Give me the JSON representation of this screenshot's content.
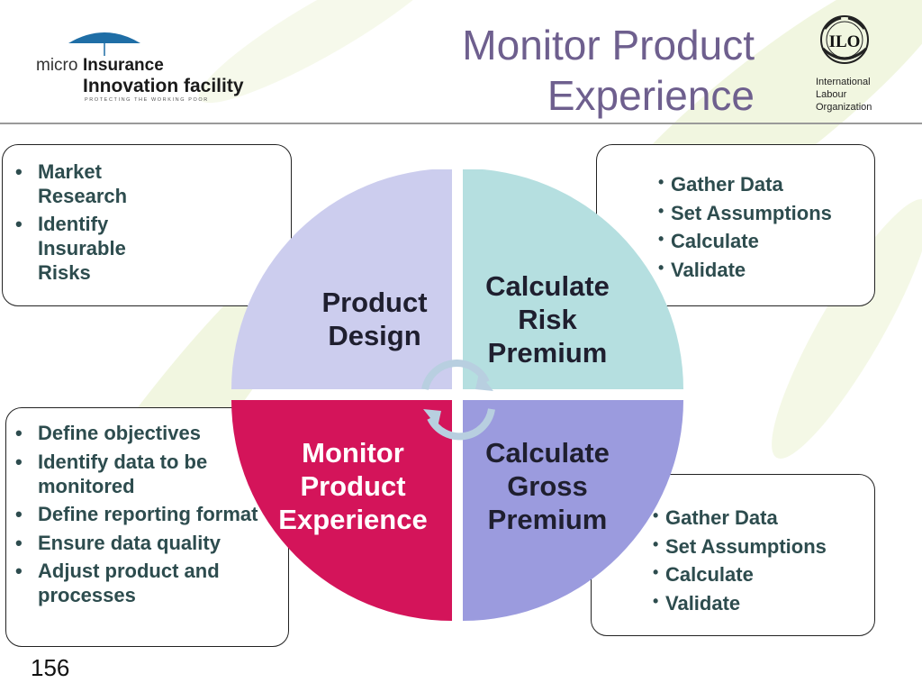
{
  "header": {
    "title_line1": "Monitor Product",
    "title_line2": "Experience",
    "logo_left": {
      "text_micro": "micro",
      "text_insurance": "Insurance",
      "text_innovation": "Innovation facility",
      "tagline": "PROTECTING THE WORKING POOR"
    },
    "logo_right": {
      "emblem_text": "ILO",
      "line1": "International",
      "line2": "Labour",
      "line3": "Organization"
    }
  },
  "cycle": {
    "quadrants": [
      {
        "id": "product-design",
        "label_lines": [
          "Product",
          "Design"
        ],
        "color": "#cccdee",
        "text_color": "#1f1f2f"
      },
      {
        "id": "calculate-risk-premium",
        "label_lines": [
          "Calculate",
          "Risk",
          "Premium"
        ],
        "color": "#b5dfe0",
        "text_color": "#1f1f2f"
      },
      {
        "id": "calculate-gross-premium",
        "label_lines": [
          "Calculate",
          "Gross",
          "Premium"
        ],
        "color": "#9b9bde",
        "text_color": "#1f1f2f"
      },
      {
        "id": "monitor-product-experience",
        "label_lines": [
          "Monitor",
          "Product",
          "Experience"
        ],
        "color": "#d4145a",
        "text_color": "#ffffff"
      }
    ],
    "arrow_color": "#b8cfe0"
  },
  "boxes": {
    "top_left": [
      "Market Research",
      "Identify Insurable Risks"
    ],
    "top_right": [
      "Gather Data",
      "Set Assumptions",
      "Calculate",
      "Validate"
    ],
    "bottom_left": [
      "Define objectives",
      "Identify data to be monitored",
      "Define reporting format",
      "Ensure data quality",
      "Adjust product and processes"
    ],
    "bottom_right": [
      "Gather Data",
      "Set Assumptions",
      "Calculate",
      "Validate"
    ]
  },
  "footer": {
    "page_number": "156"
  },
  "colors": {
    "title": "#6e5f8e",
    "bullet_text": "#2d4c4e",
    "background_streaks": "#c9dc8a"
  }
}
